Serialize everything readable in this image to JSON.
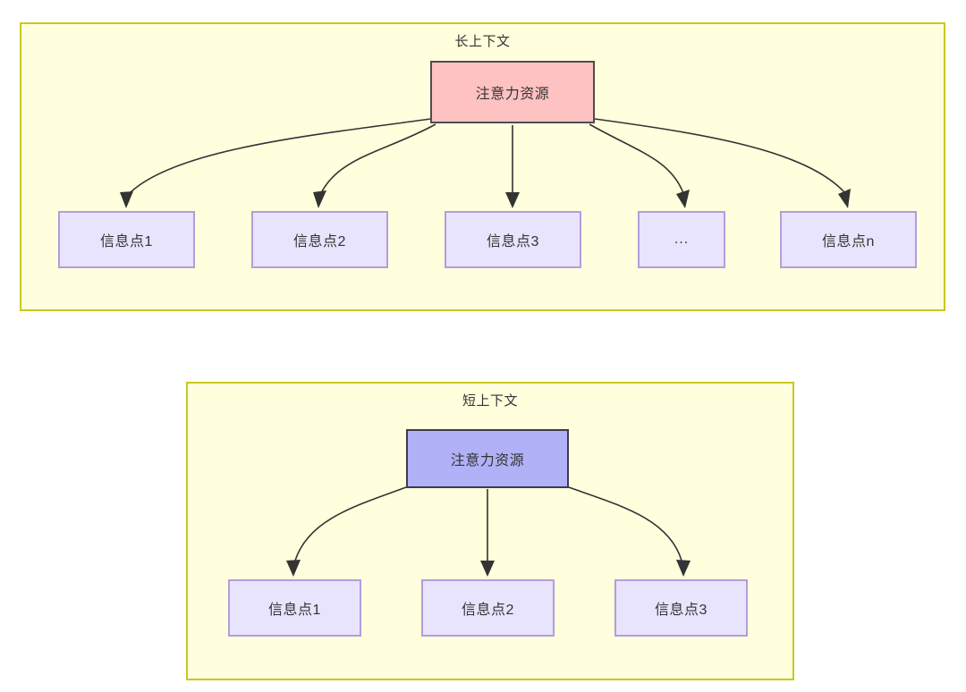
{
  "diagram": {
    "title_visible": false,
    "groups": [
      {
        "id": "long-context",
        "label": "长上下文",
        "source": {
          "id": "attention-long",
          "label": "注意力资源",
          "fill": "#ffc2c2",
          "stroke": "#4d4d4d"
        },
        "targets": [
          {
            "id": "info-1",
            "label": "信息点1"
          },
          {
            "id": "info-2",
            "label": "信息点2"
          },
          {
            "id": "info-3",
            "label": "信息点3"
          },
          {
            "id": "info-ellipsis",
            "label": "..."
          },
          {
            "id": "info-n",
            "label": "信息点n"
          }
        ]
      },
      {
        "id": "short-context",
        "label": "短上下文",
        "source": {
          "id": "attention-short",
          "label": "注意力资源",
          "fill": "#b1b1f7",
          "stroke": "#3c3c4d"
        },
        "targets": [
          {
            "id": "info-1",
            "label": "信息点1"
          },
          {
            "id": "info-2",
            "label": "信息点2"
          },
          {
            "id": "info-3",
            "label": "信息点3"
          }
        ]
      }
    ]
  },
  "colors": {
    "group_fill": "#ffffdd",
    "group_stroke": "#c8c820",
    "info_fill": "#e8e4fd",
    "info_stroke": "#b39ddb",
    "edge_stroke": "#333333",
    "text": "#333333",
    "page_background": "#ffffff"
  }
}
